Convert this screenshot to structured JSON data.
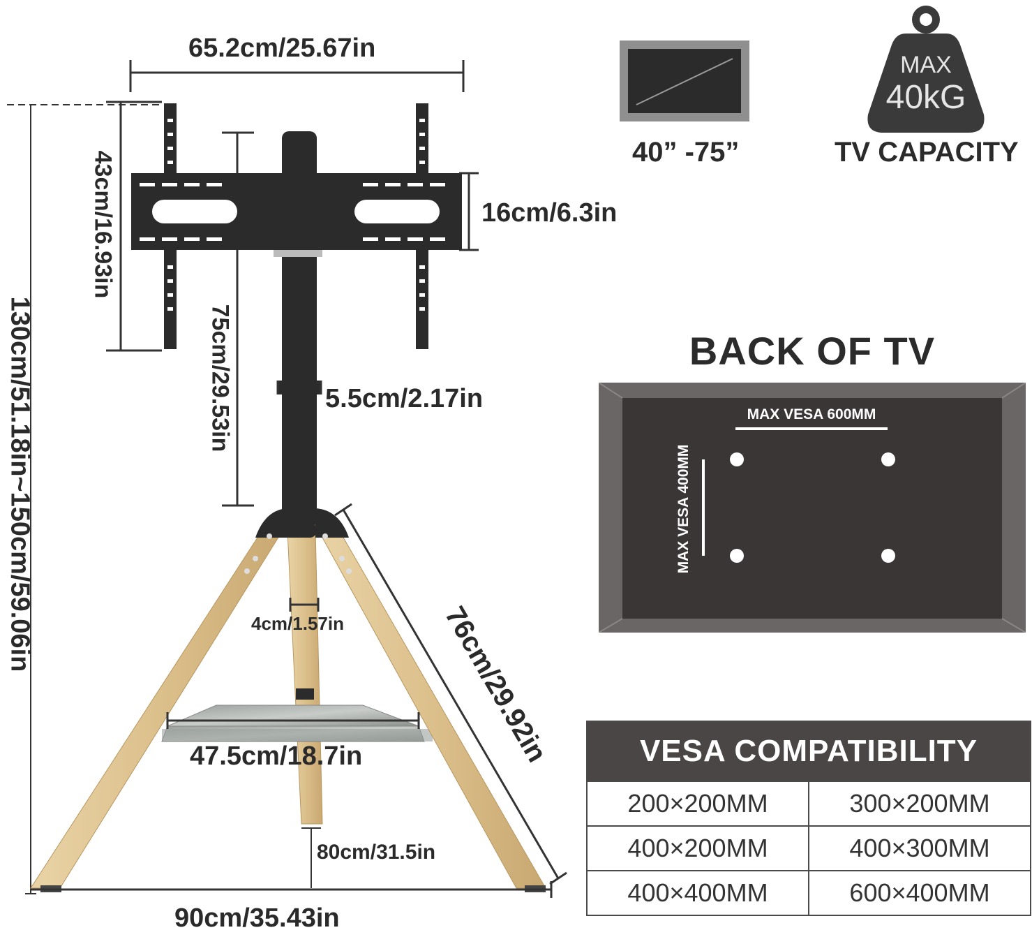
{
  "dimensions": {
    "bracket_width": "65.2cm/25.67in",
    "total_height": "130cm/51.18in~150cm/59.06in",
    "bracket_height": "43cm/16.93in",
    "plate_height": "16cm/6.3in",
    "pole_length": "75cm/29.53in",
    "pole_diameter": "5.5cm/2.17in",
    "leg_width": "4cm/1.57in",
    "leg_length": "76cm/29.92in",
    "shelf_width": "47.5cm/18.7in",
    "shelf_height": "80cm/31.5in",
    "base_width": "90cm/35.43in"
  },
  "screen_size": {
    "label": "40”  -75”",
    "icon": "tv-screen-icon"
  },
  "capacity": {
    "weight_top": "MAX",
    "weight_value": "40kG",
    "label": "TV CAPACITY",
    "icon": "weight-icon"
  },
  "back_of_tv": {
    "title": "BACK OF TV",
    "horizontal_label": "MAX VESA 600MM",
    "vertical_label": "MAX VESA 400MM"
  },
  "vesa": {
    "title": "VESA COMPATIBILITY",
    "rows": [
      [
        "200×200MM",
        "300×200MM"
      ],
      [
        "400×200MM",
        "400×300MM"
      ],
      [
        "400×400MM",
        "600×400MM"
      ]
    ]
  },
  "colors": {
    "dark": "#2b2b2b",
    "wood": "#dcc08c",
    "panel": "#4a4646"
  }
}
